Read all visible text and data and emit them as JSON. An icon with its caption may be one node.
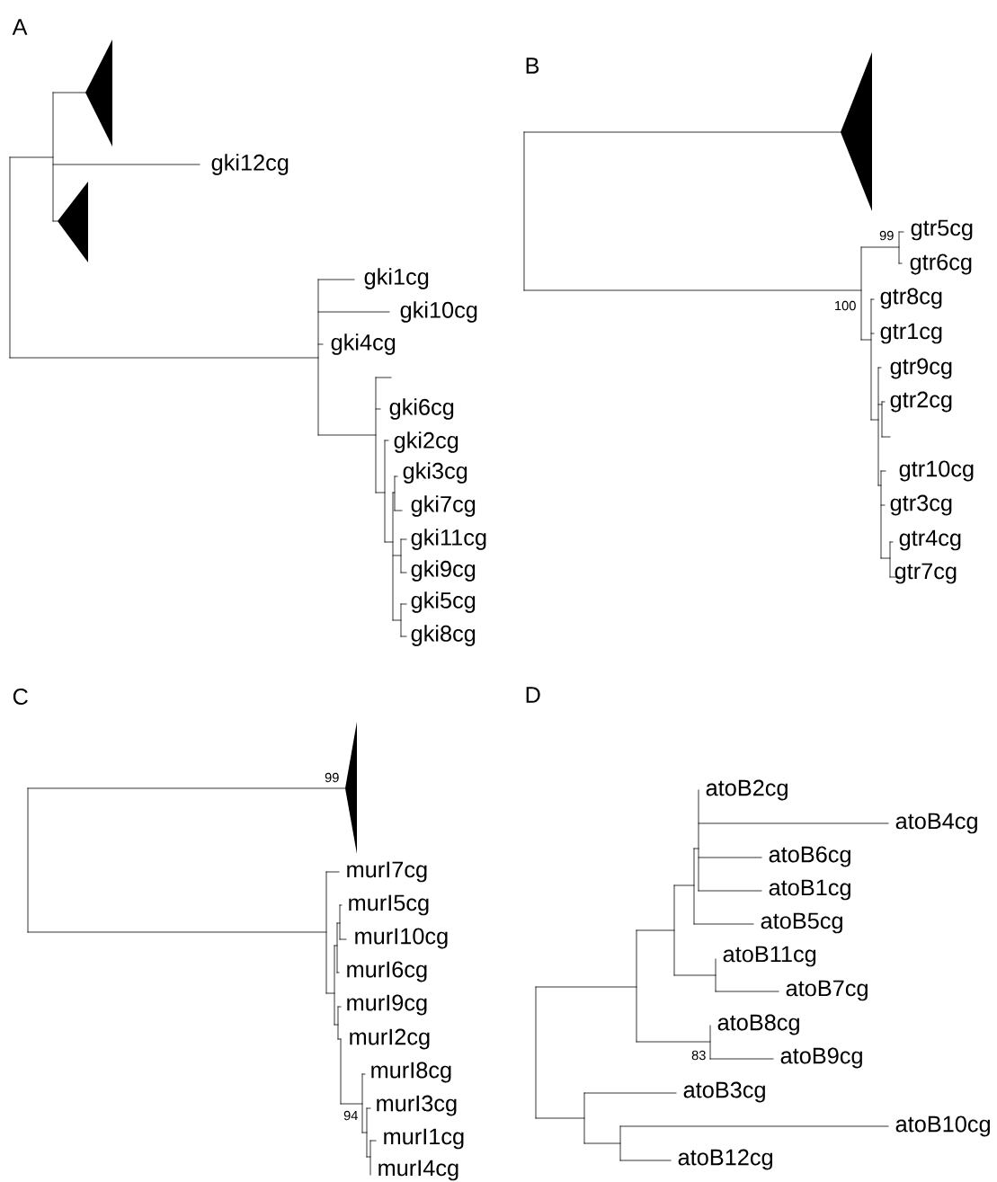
{
  "diagram": {
    "labels": [
      "A",
      "gki12cg",
      "gki1cg",
      "gki10cg",
      "gki4cg",
      "gki6cg",
      "gki2cg",
      "gki3cg",
      "gki7cg",
      "gki11cg",
      "gki9cg",
      "gki5cg",
      "gki8cg",
      "B",
      "99",
      "gtr5cg",
      "gtr6cg",
      "100",
      "gtr8cg",
      "gtr1cg",
      "gtr9cg",
      "gtr2cg",
      "gtr10cg",
      "gtr3cg",
      "gtr4cg",
      "gtr7cg",
      "C",
      "99",
      "murI7cg",
      "murI5cg",
      "murI10cg",
      "murI6cg",
      "murI9cg",
      "murI2cg",
      "murI8cg",
      "murI3cg",
      "94",
      "murI1cg",
      "murI4cg",
      "D",
      "atoB2cg",
      "atoB4cg",
      "atoB6cg",
      "atoB1cg",
      "atoB5cg",
      "atoB11cg",
      "atoB7cg",
      "atoB8cg",
      "83",
      "atoB9cg",
      "atoB3cg",
      "atoB10cg",
      "atoB12cg"
    ]
  }
}
